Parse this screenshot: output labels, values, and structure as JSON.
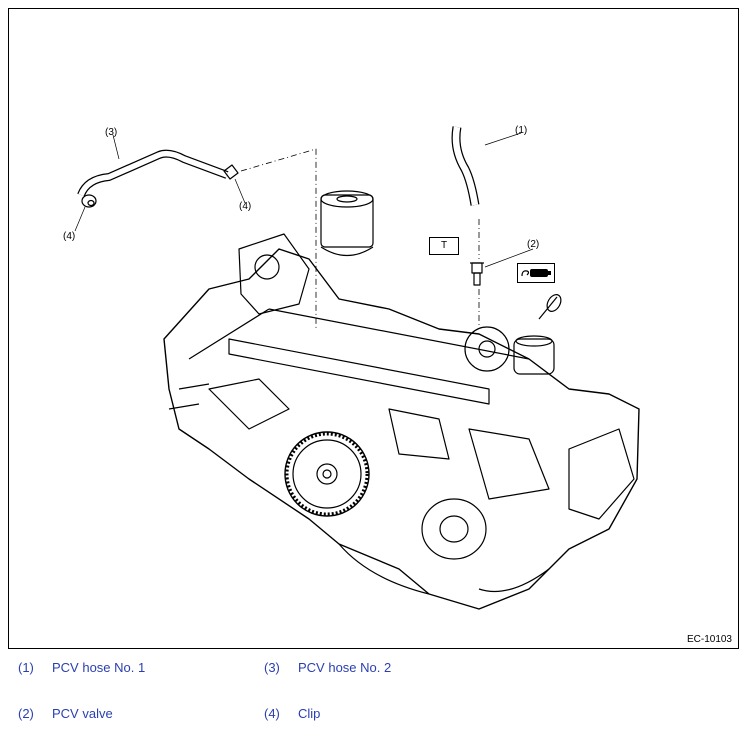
{
  "figure": {
    "figure_id": "EC-10103",
    "callouts": [
      "(1)",
      "(2)",
      "(3)",
      "(4)",
      "(4)"
    ],
    "torque_symbol": "T"
  },
  "legend": {
    "items": [
      {
        "num": "(1)",
        "label": "PCV hose No. 1"
      },
      {
        "num": "(2)",
        "label": "PCV valve"
      },
      {
        "num": "(3)",
        "label": "PCV hose No. 2"
      },
      {
        "num": "(4)",
        "label": "Clip"
      }
    ]
  },
  "colors": {
    "legend_text": "#2a3fb0",
    "line": "#000000"
  },
  "icons": [
    "torque-icon",
    "sealant-icon"
  ]
}
